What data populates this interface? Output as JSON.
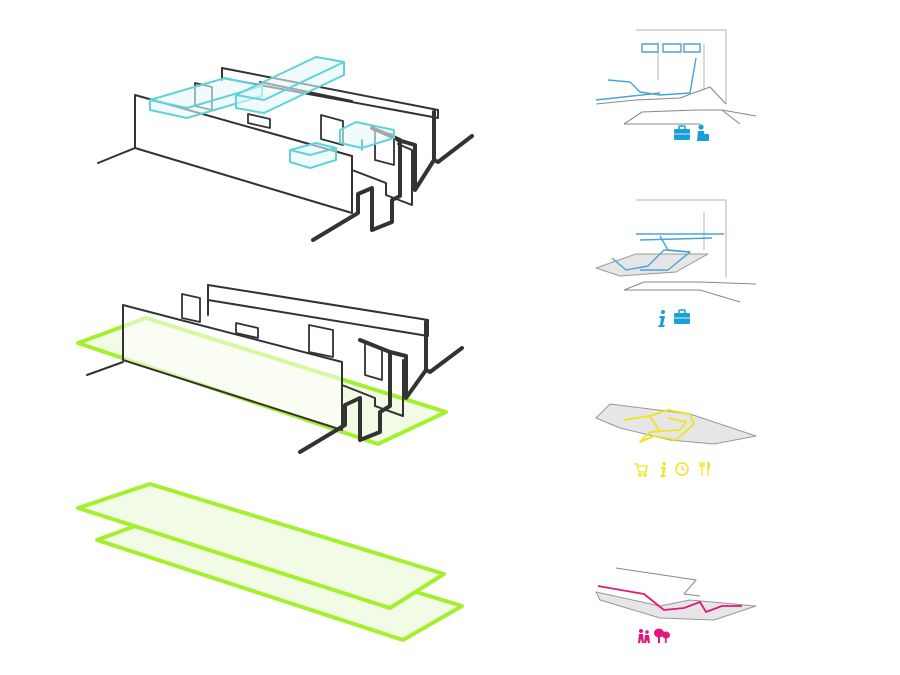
{
  "diagram": {
    "colors": {
      "structure": "#333333",
      "thin_line": "#9a9a9a",
      "cyan": "#5fd3dc",
      "blue_path": "#4aa3d8",
      "blue_icon": "#1a9fd8",
      "green": "#a4f02e",
      "green_fill": "#f1fbe6",
      "yellow": "#f0e31c",
      "magenta": "#e0177e",
      "gray_fill": "#e6e6e6"
    },
    "panels": [
      {
        "id": "upper-floor-axonometric",
        "accent": "cyan"
      },
      {
        "id": "ground-floor-axonometric",
        "accent": "green"
      },
      {
        "id": "slabs-axonometric",
        "accent": "green"
      }
    ],
    "legend_rows": [
      {
        "id": "level-3",
        "color": "blue_icon",
        "icons": [
          "briefcase-icon",
          "person-bag-icon"
        ]
      },
      {
        "id": "level-2",
        "color": "blue_icon",
        "icons": [
          "information-icon",
          "briefcase-icon"
        ]
      },
      {
        "id": "level-1",
        "color": "yellow",
        "icons": [
          "shopping-cart-icon",
          "information-icon",
          "clock-icon",
          "restaurant-icon"
        ]
      },
      {
        "id": "level-0",
        "color": "magenta",
        "icons": [
          "pedestrians-icon",
          "trees-icon"
        ]
      }
    ]
  }
}
